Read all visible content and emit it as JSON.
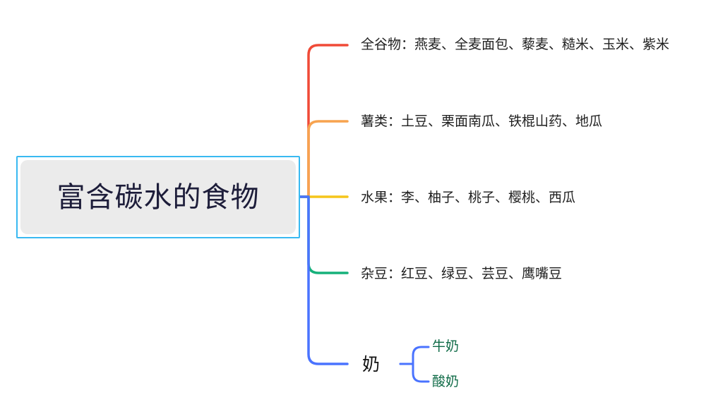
{
  "root": {
    "title": "富含碳水的食物",
    "border_color": "#39b9f1",
    "fill_color": "#ebebeb"
  },
  "branches": [
    {
      "label": "全谷物：燕麦、全麦面包、藜麦、糙米、玉米、紫米",
      "color": "#f04a37"
    },
    {
      "label": "薯类：土豆、栗面南瓜、铁棍山药、地瓜",
      "color": "#f7a34f"
    },
    {
      "label": "水果：李、柚子、桃子、樱桃、西瓜",
      "color": "#f5c51b"
    },
    {
      "label": "杂豆：红豆、绿豆、芸豆、鹰嘴豆",
      "color": "#16b07a"
    },
    {
      "label": "奶",
      "color": "#4a73ff",
      "children": [
        {
          "label": "牛奶"
        },
        {
          "label": "酸奶"
        }
      ]
    }
  ]
}
